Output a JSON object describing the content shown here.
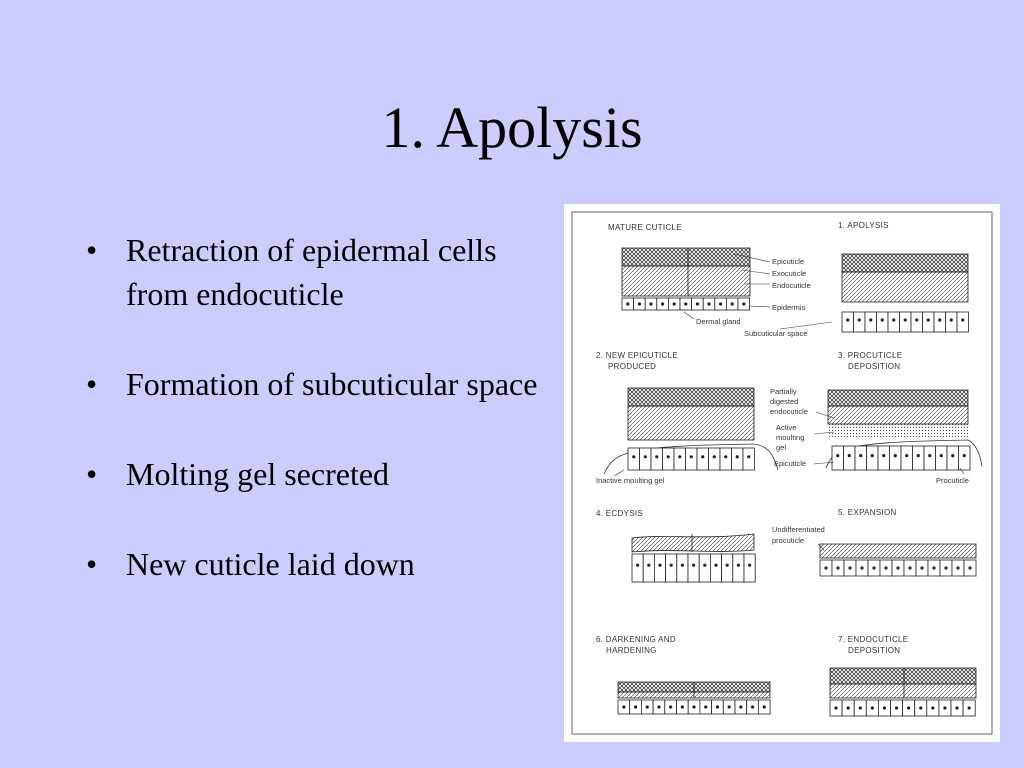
{
  "slide": {
    "title": "1. Apolysis",
    "bullets": [
      "Retraction of epidermal cells from endocuticle",
      "Formation of subcuticular space",
      "Molting gel secreted",
      "New cuticle laid down"
    ]
  },
  "figure": {
    "panels": [
      {
        "title1": "MATURE CUTICLE",
        "title2": ""
      },
      {
        "title1": "1. APOLYSIS",
        "title2": ""
      },
      {
        "title1": "2. NEW EPICUTICLE",
        "title2": "PRODUCED"
      },
      {
        "title1": "3. PROCUTICLE",
        "title2": "DEPOSITION"
      },
      {
        "title1": "4. ECDYSIS",
        "title2": ""
      },
      {
        "title1": "5. EXPANSION",
        "title2": ""
      },
      {
        "title1": "6. DARKENING AND",
        "title2": "HARDENING"
      },
      {
        "title1": "7. ENDOCUTICLE",
        "title2": "DEPOSITION"
      }
    ],
    "labels": {
      "epicuticle": "Epicuticle",
      "exocuticle": "Exocuticle",
      "endocuticle": "Endocuticle",
      "epidermis": "Epidermis",
      "dermal_gland": "Dermal gland",
      "subcuticular_space": "Subcuticular space",
      "partially": "Partially",
      "digested": "digested",
      "endocuticle2": "endocuticle",
      "active": "Active",
      "moulting": "moulting",
      "gel": "gel",
      "epicuticle2": "Epicuticle",
      "inactive_gel": "Inactive moulting gel",
      "procuticle": "Procuticle",
      "undifferentiated": "Undifferentiated",
      "procuticle2": "procuticle"
    }
  }
}
